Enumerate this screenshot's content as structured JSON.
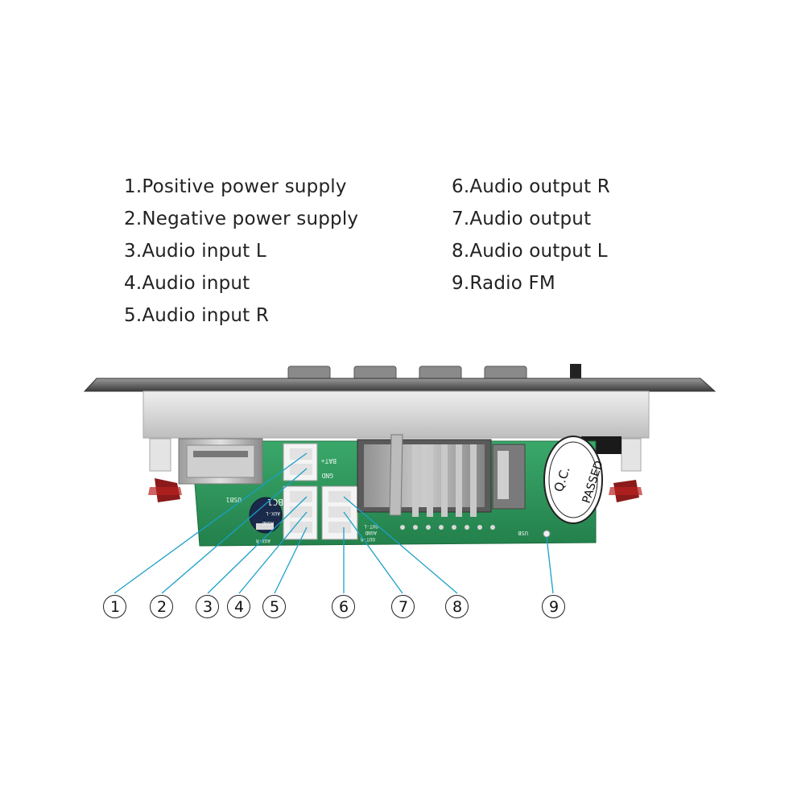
{
  "legend": {
    "left": [
      "1.Positive power supply",
      "2.Negative power supply",
      "3.Audio input L",
      "4.Audio input",
      "5.Audio input R"
    ],
    "right": [
      "6.Audio output R",
      "7.Audio output",
      "8.Audio output L",
      "9.Radio FM"
    ]
  },
  "callouts": [
    "1",
    "2",
    "3",
    "4",
    "5",
    "6",
    "7",
    "8",
    "9"
  ],
  "board": {
    "silkscreen": {
      "bat": "BAT+",
      "gnd": "GND",
      "bc1": "BC1",
      "usb1": "USB1",
      "aux_l": "AUX-L",
      "agnd1": "AGND",
      "aux_r": "AUX-R",
      "out_l": "OUT-L",
      "agnd2": "AGND",
      "out_r": "OUT-R",
      "usb": "USB"
    },
    "sticker_line1": "Q.C.",
    "sticker_line2": "PASSED"
  },
  "colors": {
    "pcb_green": "#2f9a5e",
    "leader_cyan": "#1aa0c8",
    "faceplate_grey": "#7d7d7d",
    "bracket_silver": "#d9d9d9"
  }
}
